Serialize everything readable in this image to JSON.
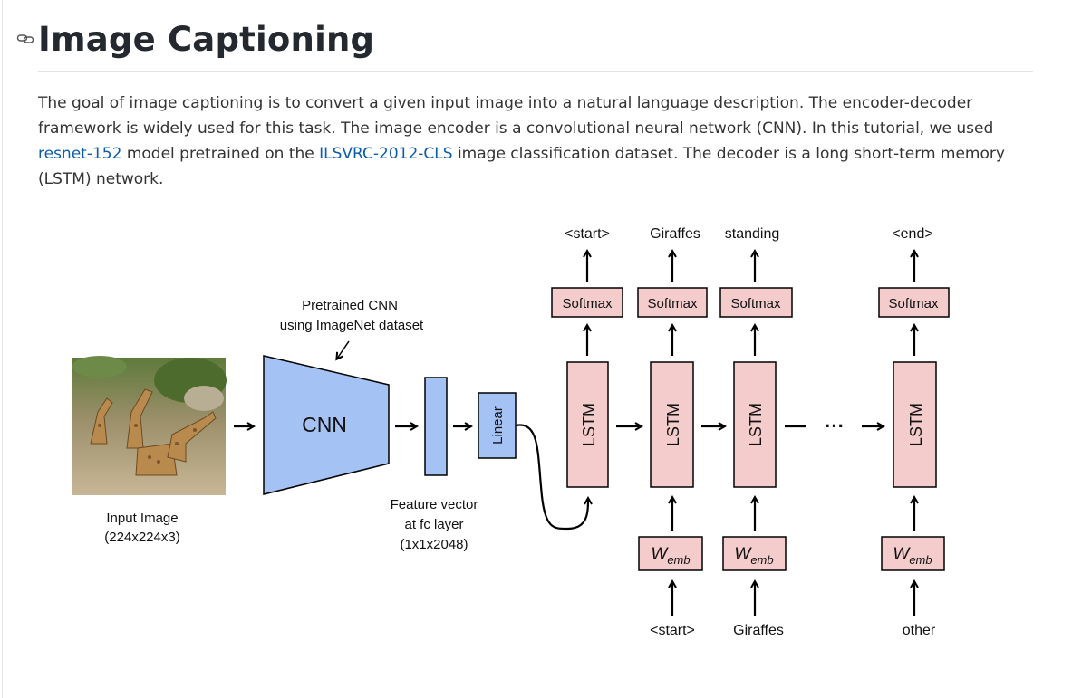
{
  "section": {
    "title": "Image Captioning",
    "anchor_icon": "link-icon"
  },
  "paragraph": {
    "t1": "The goal of image captioning is to convert a given input image into a natural language description. The encoder-decoder framework is widely used for this task. The image encoder is a convolutional neural network (CNN). In this tutorial, we used ",
    "link1": "resnet-152",
    "t2": " model pretrained on the ",
    "link2": "ILSVRC-2012-CLS",
    "t3": " image classification dataset. The decoder is a long short-term memory (LSTM) network."
  },
  "figure": {
    "input_image_label_1": "Input Image",
    "input_image_label_2": "(224x224x3)",
    "pretrained_label_1": "Pretrained CNN",
    "pretrained_label_2": "using ImageNet dataset",
    "cnn_label": "CNN",
    "feature_label_1": "Feature vector",
    "feature_label_2": "at fc layer",
    "feature_label_3": "(1x1x2048)",
    "linear_label": "Linear",
    "lstm_label": "LSTM",
    "softmax_label": "Softmax",
    "wemb_main": "W",
    "wemb_sub": "emb",
    "ellipsis": "···",
    "outputs": [
      "<start>",
      "Giraffes",
      "standing",
      "<end>"
    ],
    "inputs": [
      "<start>",
      "Giraffes",
      "other"
    ],
    "colors": {
      "cnn_fill": "#a4c2f4",
      "lstm_fill": "#f4cccc",
      "link": "#0b5cab",
      "title": "#24292f"
    }
  }
}
